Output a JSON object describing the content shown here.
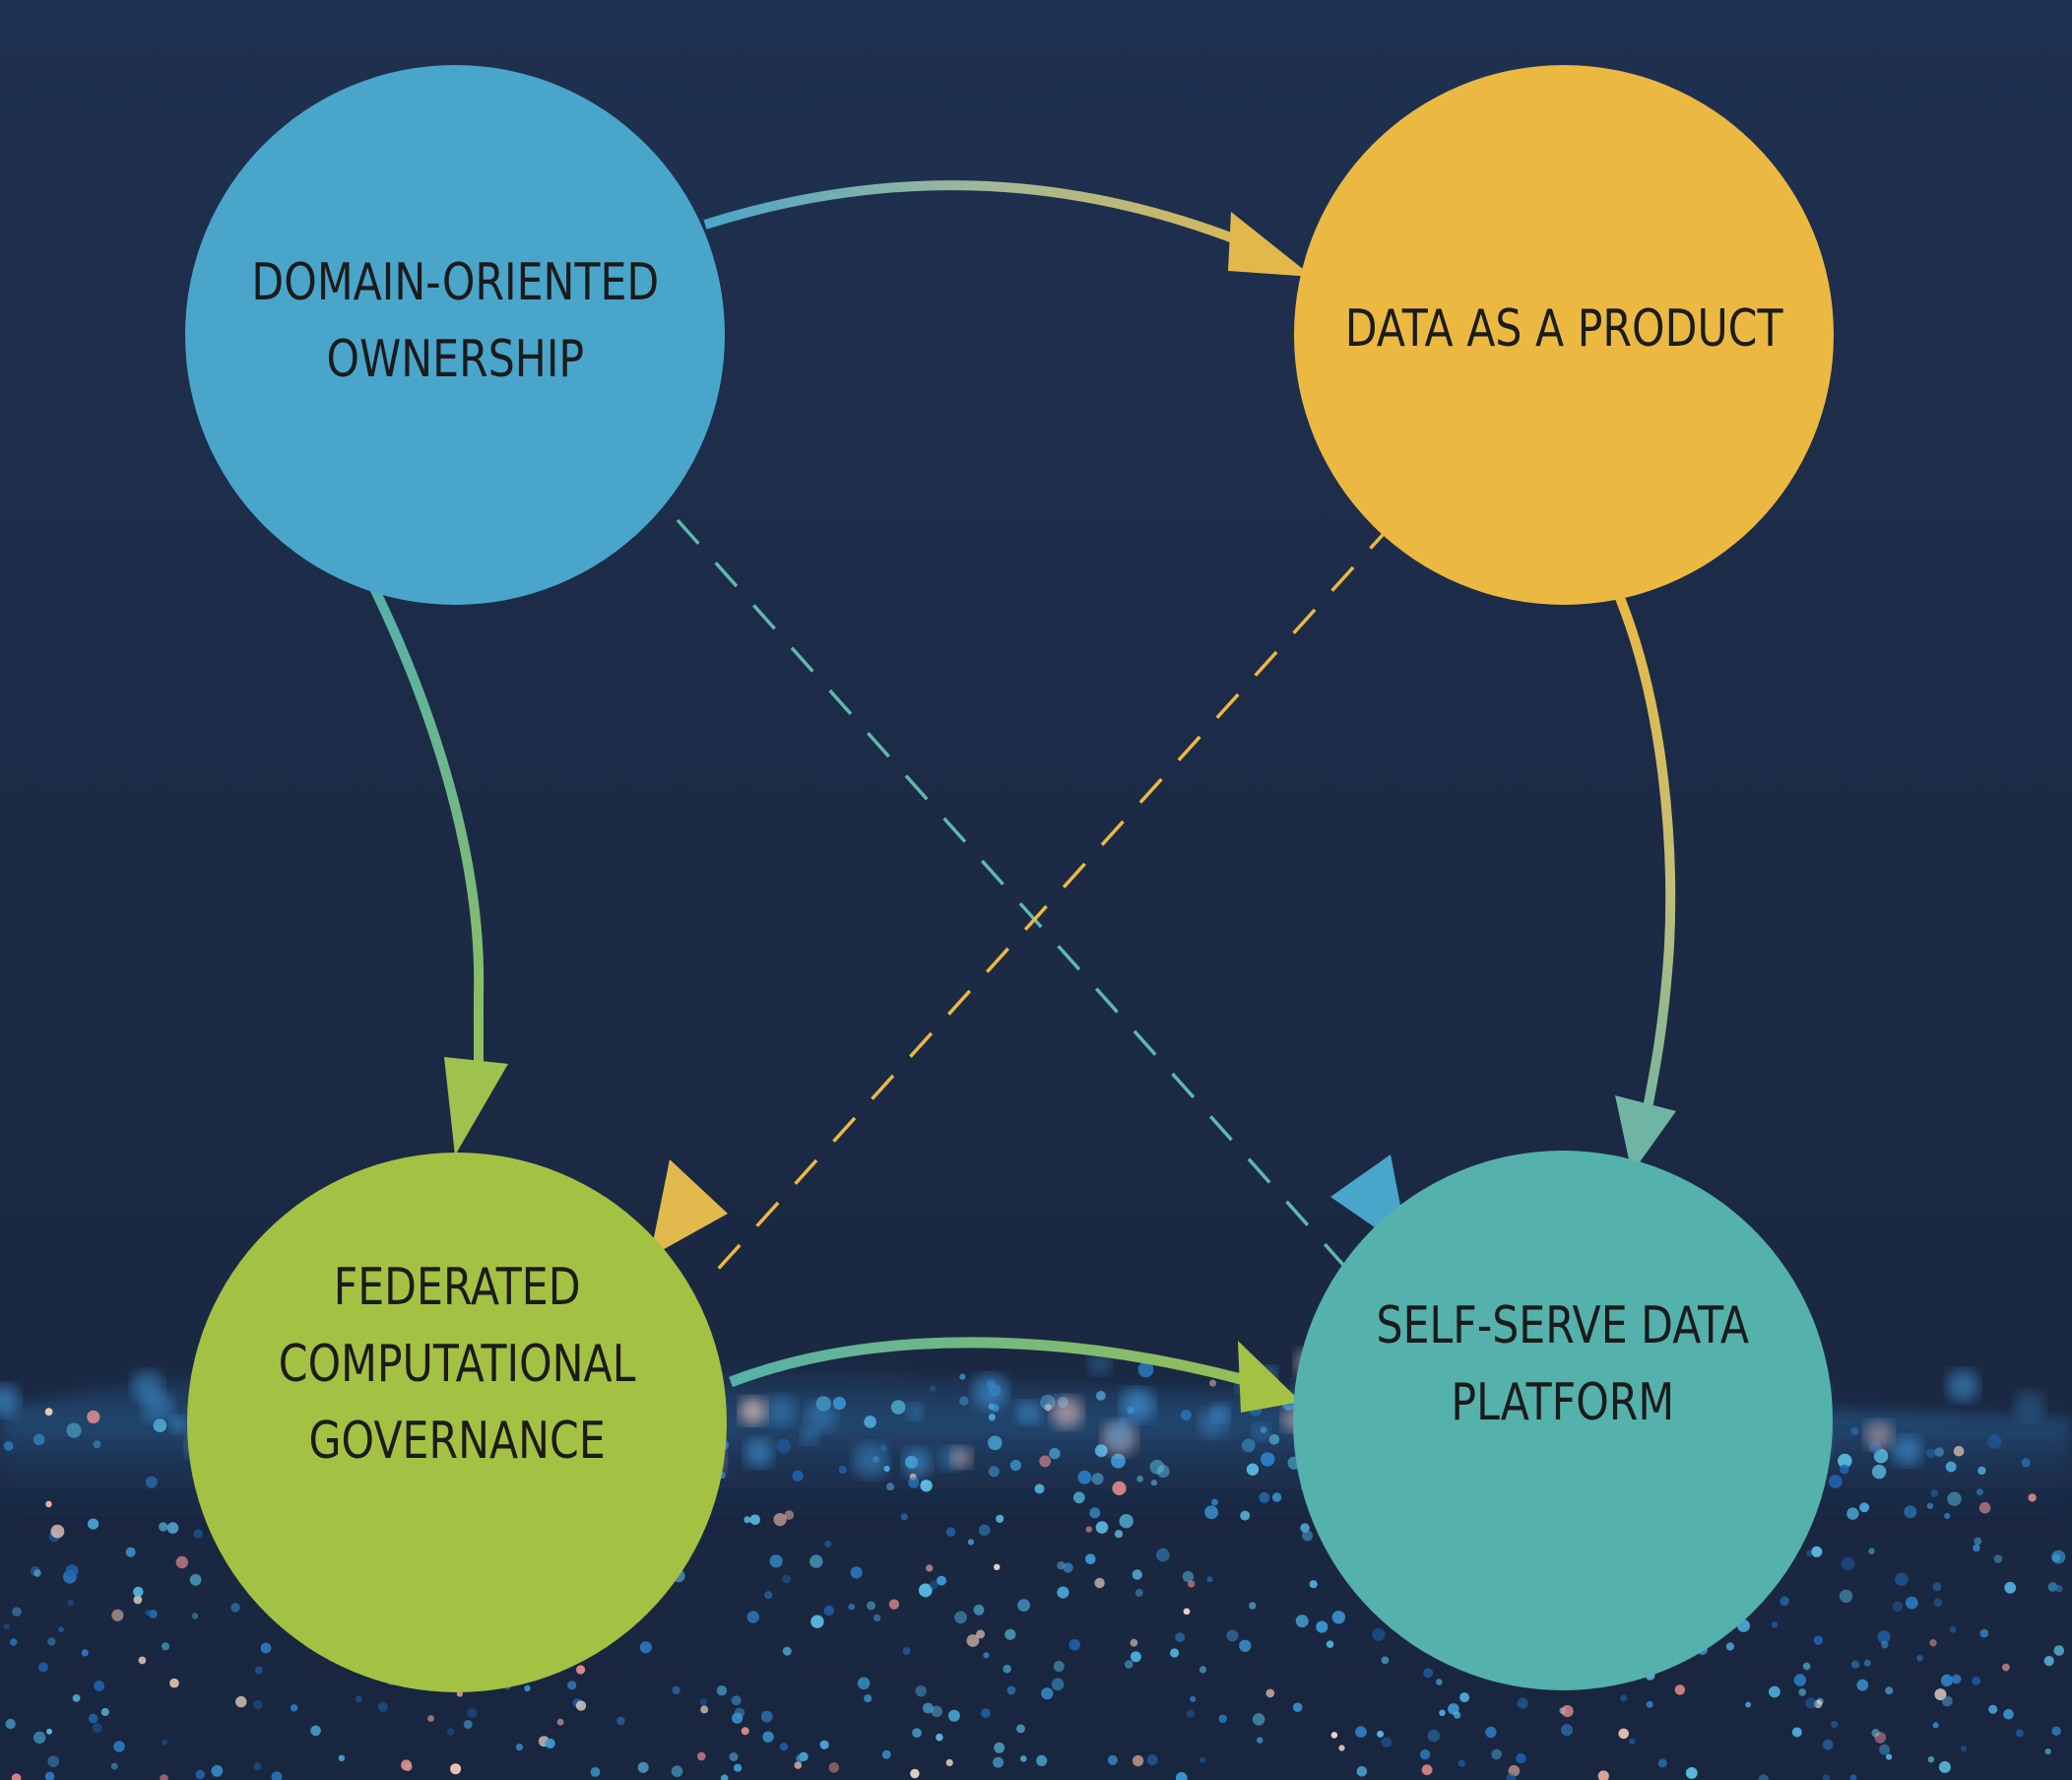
{
  "diagram": {
    "type": "concept-cycle",
    "background_color": "#1c2b47",
    "nodes": [
      {
        "id": "domain",
        "label": "DOMAIN-ORIENTED\nOWNERSHIP",
        "color": "#4aa5ca",
        "position": "top-left"
      },
      {
        "id": "product",
        "label": "DATA AS A PRODUCT",
        "color": "#ebb942",
        "position": "top-right"
      },
      {
        "id": "governance",
        "label": "FEDERATED\nCOMPUTATIONAL\nGOVERNANCE",
        "color": "#a3c243",
        "position": "bottom-left"
      },
      {
        "id": "platform",
        "label": "SELF-SERVE DATA\nPLATFORM",
        "color": "#55b1ab",
        "position": "bottom-right"
      }
    ],
    "edges": [
      {
        "from": "domain",
        "to": "product",
        "style": "solid-curved",
        "gradient": [
          "#4aa5ca",
          "#ebb942"
        ]
      },
      {
        "from": "domain",
        "to": "governance",
        "style": "solid-curved",
        "gradient": [
          "#55b1ab",
          "#a3c243"
        ]
      },
      {
        "from": "product",
        "to": "platform",
        "style": "solid-curved",
        "gradient": [
          "#ebb942",
          "#55b1ab"
        ]
      },
      {
        "from": "governance",
        "to": "platform",
        "style": "solid-curved",
        "gradient": [
          "#55b1ab",
          "#a3c243"
        ]
      },
      {
        "from": "domain",
        "to": "platform",
        "style": "dashed",
        "color": "#5fb9a9",
        "arrow_color": "#4aa5ca"
      },
      {
        "from": "product",
        "to": "governance",
        "style": "dashed",
        "color": "#ebb942",
        "arrow_color": "#e3b94e"
      }
    ]
  }
}
